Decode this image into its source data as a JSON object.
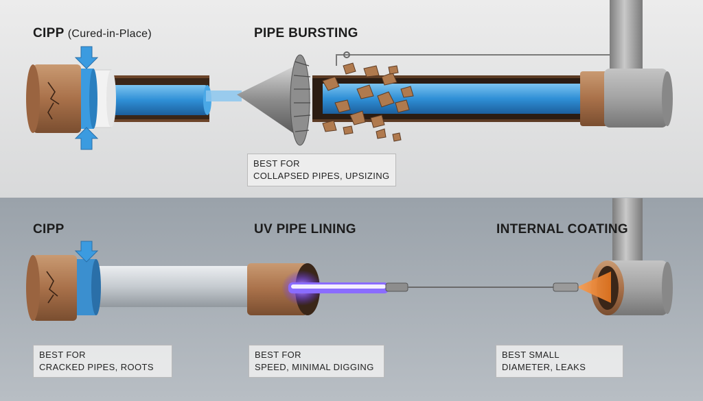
{
  "top": {
    "cipp": {
      "title": "CIPP",
      "subtitle": "(Cured-in-Place)"
    },
    "pipe_bursting": {
      "title": "PIPE BURSTING",
      "best_for_line1": "BEST FOR",
      "best_for_line2": "COLLAPSED PIPES, UPSIZING"
    }
  },
  "bottom": {
    "cipp": {
      "title": "CIPP",
      "best_for_line1": "BEST FOR",
      "best_for_line2": "CRACKED PIPES, ROOTS"
    },
    "uv_lining": {
      "title": "UV PIPE LINING",
      "best_for_line1": "BEST FOR",
      "best_for_line2": "SPEED, MINIMAL DIGGING"
    },
    "internal_coating": {
      "title": "INTERNAL COATING",
      "best_for_line1": "BEST SMALL",
      "best_for_line2": "DIAMETER, LEAKS"
    }
  },
  "colors": {
    "top_background": "#e2e3e4",
    "bottom_background": "#a9b0b7",
    "pipe_clay": "#b07c54",
    "liner_blue": "#2e9be0",
    "uv_purple": "#7c4dff",
    "coating_orange": "#f08a3a",
    "steel": "#9a9a9a"
  }
}
